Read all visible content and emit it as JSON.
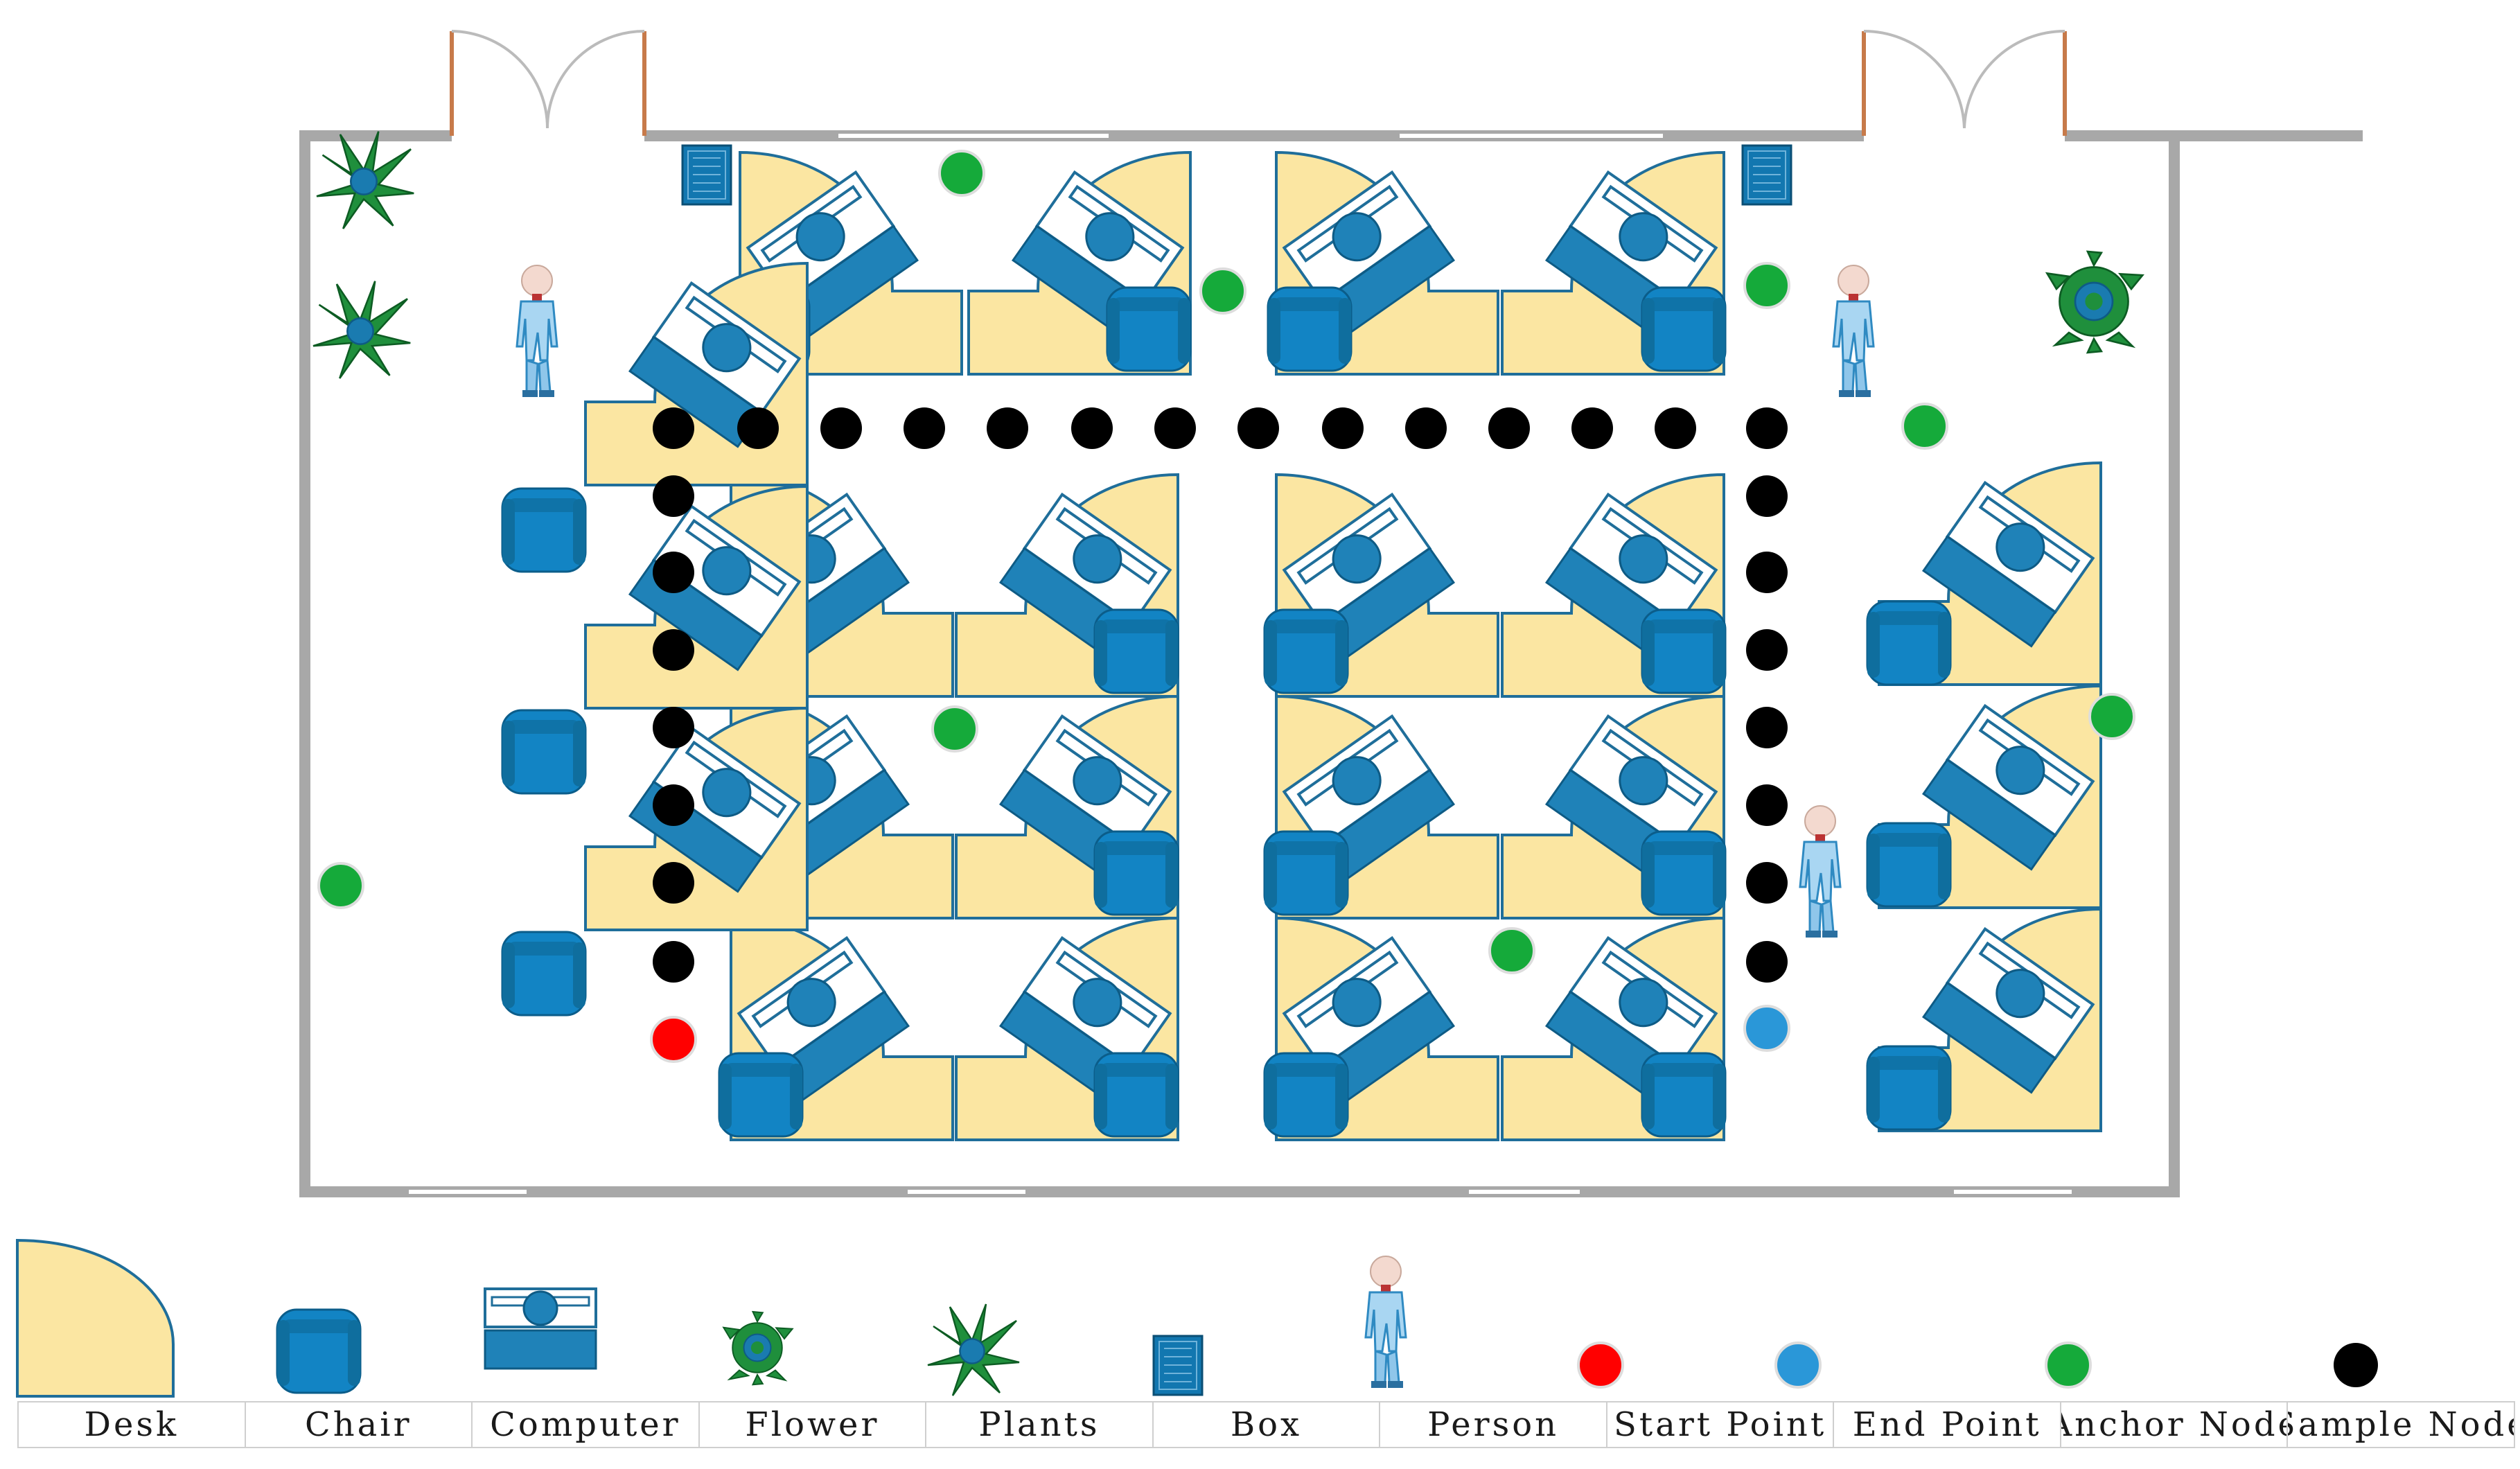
{
  "colors": {
    "desk_fill": "#fbe6a2",
    "desk_stroke": "#1f6e9a",
    "blue": "#0e7fb6",
    "wall": "#a8a8a8",
    "plant": "#1f8f3c",
    "start_node": "#ff0000",
    "end_node": "#2a97d8",
    "anchor_node": "#15aa3a",
    "sample_node": "#000000"
  },
  "legend": {
    "desk": "Desk",
    "chair": "Chair",
    "computer": "Computer",
    "flower": "Flower",
    "plants": "Plants",
    "box": "Box",
    "person": "Person",
    "start_point": "Start Point",
    "end_point": "End Point",
    "anchor_node": "Anchor Node",
    "sample_node": "Sample Node"
  }
}
